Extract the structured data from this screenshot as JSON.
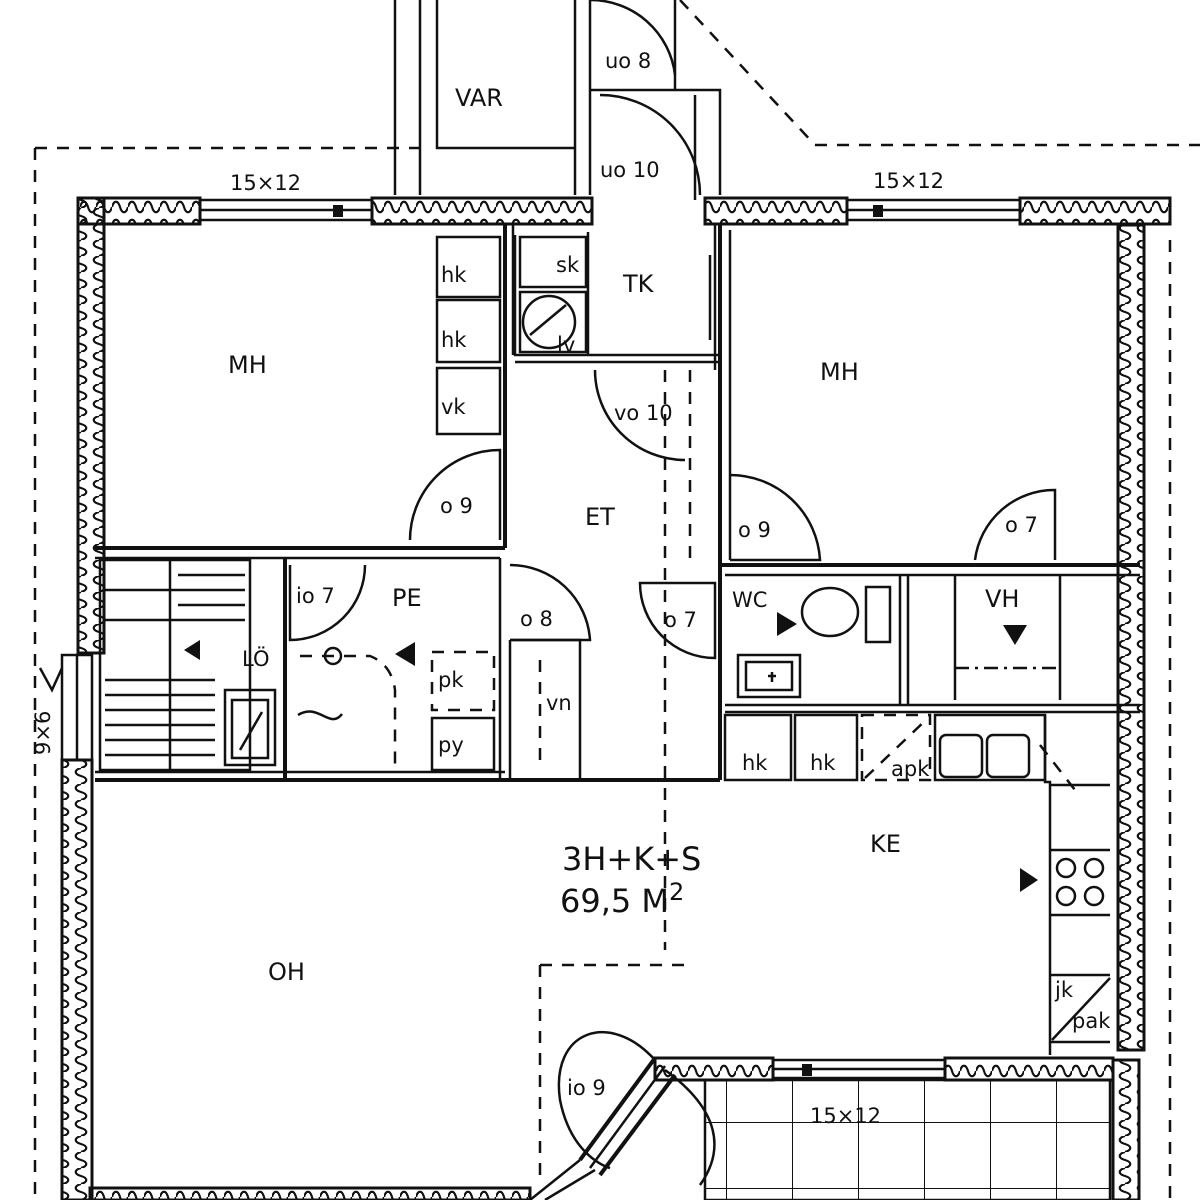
{
  "plan": {
    "title_line1": "3H+K+S",
    "title_line2": "69,5 M",
    "title_sup": "2",
    "rooms": {
      "var": "VAR",
      "tk": "TK",
      "mh_left": "MH",
      "mh_right": "MH",
      "et": "ET",
      "pe": "PE",
      "wc": "WC",
      "vh": "VH",
      "ke": "KE",
      "oh": "OH"
    },
    "doors": {
      "uo8": "uo 8",
      "uo10": "uo 10",
      "vo10": "vo 10",
      "o9_left": "o 9",
      "o9_right": "o 9",
      "o7_right": "o 7",
      "o7_et": "o 7",
      "o8": "o 8",
      "io7": "io 7",
      "io9": "io 9"
    },
    "fixtures": {
      "hk1": "hk",
      "hk2": "hk",
      "vk": "vk",
      "sk": "sk",
      "lv": "lv",
      "lo": "LÖ",
      "pk": "pk",
      "py": "py",
      "vn": "vn",
      "hk3": "hk",
      "hk4": "hk",
      "apk": "apk",
      "jk": "jk",
      "pak": "pak"
    },
    "windows": {
      "w_top_left": "15×12",
      "w_top_right": "15×12",
      "w_balcony": "15×12",
      "w_side": "9×6"
    }
  }
}
